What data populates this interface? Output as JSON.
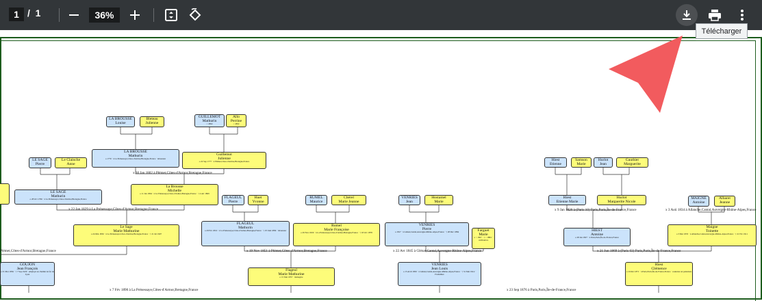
{
  "toolbar": {
    "page_current": "1",
    "page_separator": "/",
    "page_total": "1",
    "zoom_minus": "—",
    "zoom_value": "36%",
    "zoom_plus": "+",
    "download_tooltip": "Télécharger"
  },
  "colors": {
    "toolbar_bg": "#323639",
    "arrow": "#f25b5e",
    "male_box": "#cbe3fb",
    "female_box": "#fdfc7a",
    "frame": "#1d5c1d"
  },
  "icons": [
    "fit-page-icon",
    "rotate-icon",
    "download-icon",
    "print-icon",
    "more-options-icon"
  ],
  "tree": {
    "boxes": [
      {
        "name": "LA BROUSSE",
        "given": "Louise",
        "color": "blue"
      },
      {
        "name": "Bleteau",
        "given": "Julienne",
        "color": "yellow"
      },
      {
        "name": "GUILLEMOT",
        "given": "Mathurin",
        "color": "blue",
        "sub": "~ 1802"
      },
      {
        "name": "Allo",
        "given": "Perrine",
        "color": "yellow",
        "sub": "~ 1802"
      },
      {
        "name": "LA BROUSSE",
        "given": "Mathurin",
        "color": "blue",
        "sub": "o 1770 · à La Prénessaye,Côtes-d'Armor,Bretagne,France · laboureur"
      },
      {
        "name": "Guillemot",
        "given": "Julienne",
        "color": "yellow",
        "sub": "o 22 Sep 1777 · à Plémet,Côtes-d'Armor,Bretagne,France"
      },
      {
        "name": "LE SAGE",
        "given": "Pierre",
        "color": "blue"
      },
      {
        "name": "Le Clainche",
        "given": "Anne",
        "color": "yellow"
      },
      {
        "name": "LE SAGE",
        "given": "Mathurin",
        "color": "blue",
        "sub": "o 28 Oct 1796 · à La Prénessaye,Côtes-d'Armor,Bretagne,France"
      },
      {
        "name": "La Brousse",
        "given": "Michelle",
        "color": "yellow",
        "sub": "o 11 Jan 1804 · à La Prénessaye,Côtes-d'Armor,Bretagne,France · † 4 Avr 1869"
      },
      {
        "name": "FLAGEUL",
        "given": "Pierre",
        "color": "blue"
      },
      {
        "name": "Huet",
        "given": "Yvonne",
        "color": "yellow"
      },
      {
        "name": "RUMEL",
        "given": "Maurice",
        "color": "blue"
      },
      {
        "name": "Chérel",
        "given": "Marie Jeanne",
        "color": "yellow"
      },
      {
        "name": "VENRIES",
        "given": "Jean",
        "color": "blue"
      },
      {
        "name": "Hostamel",
        "given": "Marie",
        "color": "yellow"
      },
      {
        "name": "Le Sage",
        "given": "Marie Mathurine",
        "color": "yellow",
        "sub": "o 24 Mai 1836 · à La Prénessaye,Côtes-d'Armor,Bretagne,France · † 21 Jul 1907"
      },
      {
        "name": "FLAGEUL",
        "given": "Mathurin",
        "color": "blue",
        "sub": "o 20 Fév 1816 · à La Prénessaye,Côtes-d'Armor,Bretagne,France · † 25 Juin 1884 · laboureur"
      },
      {
        "name": "Rumel",
        "given": "Marie Françoise",
        "color": "yellow",
        "sub": "o 29 Nov 1826 · à La Prénessaye,Côtes-d'Armor,Bretagne,France · † 18 Oct 1878"
      },
      {
        "name": "VENRIES",
        "given": "Pierre",
        "color": "blue",
        "sub": "o 1817 · à Glénat,Cantal,Auvergne-Rhône-Alpes,France · † 28 Déc 1884"
      },
      {
        "name": "Farguet",
        "given": "Marie",
        "color": "yellow",
        "sub": "o ~ 1827 · † ~ 1884 · cultivatrice"
      },
      {
        "name": "GOUJON",
        "given": "Jean François",
        "color": "blue",
        "sub": "o 31 Mar 1856 · † 7 Sep 1929 · employé au chemin de fer de Lyon"
      },
      {
        "name": "Flageul",
        "given": "Marie Mathurine",
        "color": "yellow",
        "sub": "o 15 Mar 1857 · ménagère"
      },
      {
        "name": "VENRIES",
        "given": "Jean Louis",
        "color": "blue",
        "sub": "o 15 Avril 1850 · à Glénat,Cantal,Auvergne-Rhône-Alpes,France · † 31 Mai 1914 · Fruitablier"
      },
      {
        "name": "Hiest",
        "given": "Etienne",
        "color": "blue"
      },
      {
        "name": "Samson",
        "given": "Marie",
        "color": "yellow"
      },
      {
        "name": "Hurlot",
        "given": "Jean",
        "color": "blue"
      },
      {
        "name": "Gauthier",
        "given": "Marguerite",
        "color": "yellow"
      },
      {
        "name": "Hiest",
        "given": "Etienne Marie",
        "color": "blue"
      },
      {
        "name": "Hurlot",
        "given": "Marguerite Nicole",
        "color": "yellow"
      },
      {
        "name": "MAIGNE",
        "given": "Antoine",
        "color": "blue"
      },
      {
        "name": "Albaret",
        "given": "Jeanne",
        "color": "yellow"
      },
      {
        "name": "HIEST",
        "given": "Antoine",
        "color": "blue",
        "sub": "o 28 Jan 1827 · à Paris,Paris,Île-de-France,France"
      },
      {
        "name": "Maigne",
        "given": "Toinette",
        "color": "yellow",
        "sub": "o 3 Mar 1835 · à Allanche,Cantal,Auvergne-Rhône-Alpes,France · † 21 Fév 1911"
      },
      {
        "name": "Hiest",
        "given": "Clémence",
        "color": "yellow",
        "sub": "o 16 Déc 1871 · à Paris,Paris,Île-de-France,France · couturier en pantalons"
      }
    ],
    "marriages": [
      "x 30 Jan 1802 à Plémet,Côtes-d'Armor,Bretagne,France",
      "x 22 Jan 1829 à La Prénessaye,Côtes-d'Armor,Bretagne,France",
      "x 19 Nov 1851 à Plémet,Côtes-d'Armor,Bretagne,France",
      "x 22 Avr 1845 à Glénat,Cantal,Auvergne-Rhône-Alpes,France",
      "Plémet,Côtes-d'Armor,Bretagne,France",
      "x 7 Fév 1890 à La Prénessaye,Côtes-d'Armor,Bretagne,France",
      "x 9 Jan 1826 à (Paris 10) Paris,Paris,Île-de-France,France",
      "x 3 Aoû 1834 à Allanche,Cantal,Auvergne-Rhône-Alpes,France",
      "x 21 Jun 1869 à (Paris 03) Paris,Paris,Île-de-France,France",
      "x 23 Sep 1876 à Paris,Paris,Île-de-France,France"
    ]
  }
}
